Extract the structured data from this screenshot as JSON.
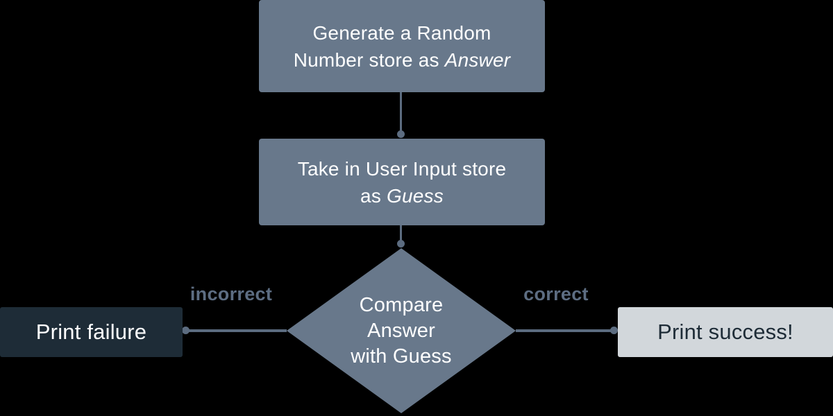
{
  "colors": {
    "background": "#000000",
    "node_fill": "#68788b",
    "dark_fill": "#1e2c37",
    "light_fill": "#d2d7db",
    "connector": "#5c6c80",
    "label_text": "#5d6d82",
    "text_on_node": "#ffffff",
    "text_on_light": "#1e2c37"
  },
  "nodes": {
    "generate": {
      "line1": "Generate a Random",
      "line2_pre": "Number store as ",
      "line2_em": "Answer"
    },
    "input": {
      "line1": "Take in User Input store",
      "line2_pre": "as ",
      "line2_em": "Guess"
    },
    "compare": {
      "line1": "Compare",
      "line2": "Answer",
      "line3": "with Guess"
    },
    "failure": {
      "label": "Print failure"
    },
    "success": {
      "label": "Print success!"
    }
  },
  "edges": {
    "incorrect": {
      "label": "incorrect"
    },
    "correct": {
      "label": "correct"
    }
  }
}
